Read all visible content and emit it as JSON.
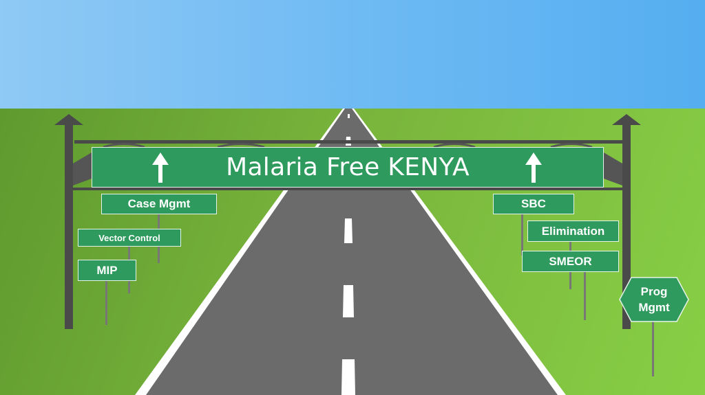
{
  "main_sign": {
    "title": "Malaria Free KENYA"
  },
  "signs": {
    "case_mgmt": "Case Mgmt",
    "vector_control": "Vector Control",
    "mip": "MIP",
    "sbc": "SBC",
    "elimination": "Elimination",
    "smeor": "SMEOR",
    "prog_mgmt_line1": "Prog",
    "prog_mgmt_line2": "Mgmt"
  },
  "colors": {
    "sign_green": "#2f9a5e",
    "road_gray": "#6b6b6b",
    "pole_gray": "#4a4a4a",
    "sky_blue": "#6cb9f3",
    "grass_green": "#79b43c"
  },
  "icons": [
    "up-arrow-icon",
    "up-arrow-icon"
  ]
}
